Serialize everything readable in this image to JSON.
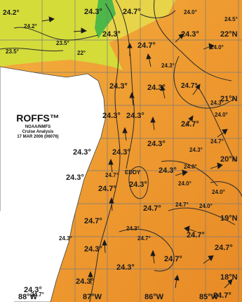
{
  "legend": {
    "brand": "ROFFS™",
    "agency": "NOAA/NMFS",
    "title": "Cruise Analysis",
    "date": "17 MAR 2006 (06076)"
  },
  "latitude_labels": [
    "22°N",
    "21°N",
    "20°N",
    "19°N",
    "18°N"
  ],
  "longitude_labels": [
    "88°W",
    "87°W",
    "86°W",
    "85°W"
  ],
  "temperature_labels": [
    "24.2°",
    "24.3°",
    "24.7°",
    "24.5°",
    "24.0°",
    "23.5°",
    "22°",
    "24.2°",
    "23.5°",
    "24.3°",
    "24.7°",
    "24.3°",
    "24.3°",
    "24.0°",
    "24.3°",
    "24.3°",
    "24.7°",
    "24.3°",
    "24.0°",
    "24.3°",
    "24.3°",
    "24.7°",
    "24.3°",
    "24.3°",
    "24.3°",
    "24.7°",
    "24.3°",
    "24.0°",
    "24.3°",
    "24.7°",
    "24.3°",
    "24.0°",
    "24.0°",
    "24.7°",
    "24.7°",
    "24.0°",
    "24.7°",
    "24.3°",
    "24.7°",
    "24.7°",
    "24.3°",
    "24.3°",
    "24.7°",
    "24.7°",
    "24.3°",
    "24.3°",
    "24.7°",
    "24.7°",
    "24.3°",
    "24.7°",
    "24.3°"
  ],
  "annotations": {
    "eddy": "EDDY"
  },
  "colors": {
    "water_warm": "#f2a23a",
    "water_mid": "#e8922a",
    "water_cool": "#efc04a",
    "coastal_green": "#c8d840",
    "land": "#ffffff",
    "grid": "#7a7a7a",
    "contour": "#2a2a2a"
  }
}
